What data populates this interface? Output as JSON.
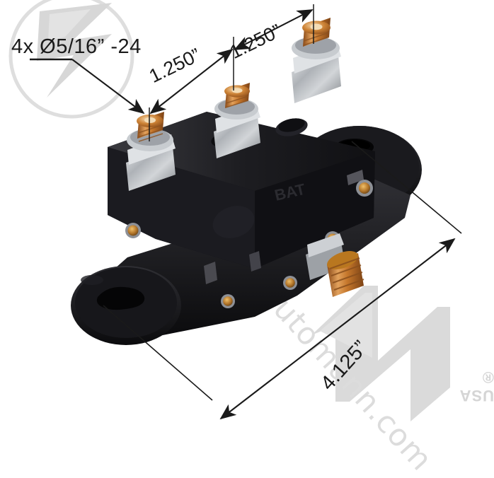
{
  "image": {
    "type": "technical-product-photo",
    "subject": "automotive continuous-duty solenoid / battery relay",
    "background_color": "#ffffff",
    "annotation_color": "#1a1a1a",
    "watermark_color": "#d9d9d9"
  },
  "annotations": {
    "thread_callout": {
      "label": "4x Ø5/16” -24",
      "name": "thread-spec-callout",
      "description": "leader line with arrowhead pointing to stud"
    },
    "dim_stud_spacing_1": {
      "label": "1.250”",
      "name": "stud-spacing-dimension-1"
    },
    "dim_stud_spacing_2": {
      "label": "1.250”",
      "name": "stud-spacing-dimension-2"
    },
    "dim_overall_length": {
      "label": "4.125”",
      "name": "overall-mounting-length-dimension"
    }
  },
  "product": {
    "body_color": "#141416",
    "stud_color": "#c07a34",
    "nut_color": "#b9bcc0",
    "embossed_marks": [
      "BAT"
    ],
    "stud_count": 4,
    "mounting_holes": 2
  },
  "watermark": {
    "script_text": "automann.com",
    "usa_text": "USA ®",
    "logo_name": "automann-circle-logo"
  }
}
